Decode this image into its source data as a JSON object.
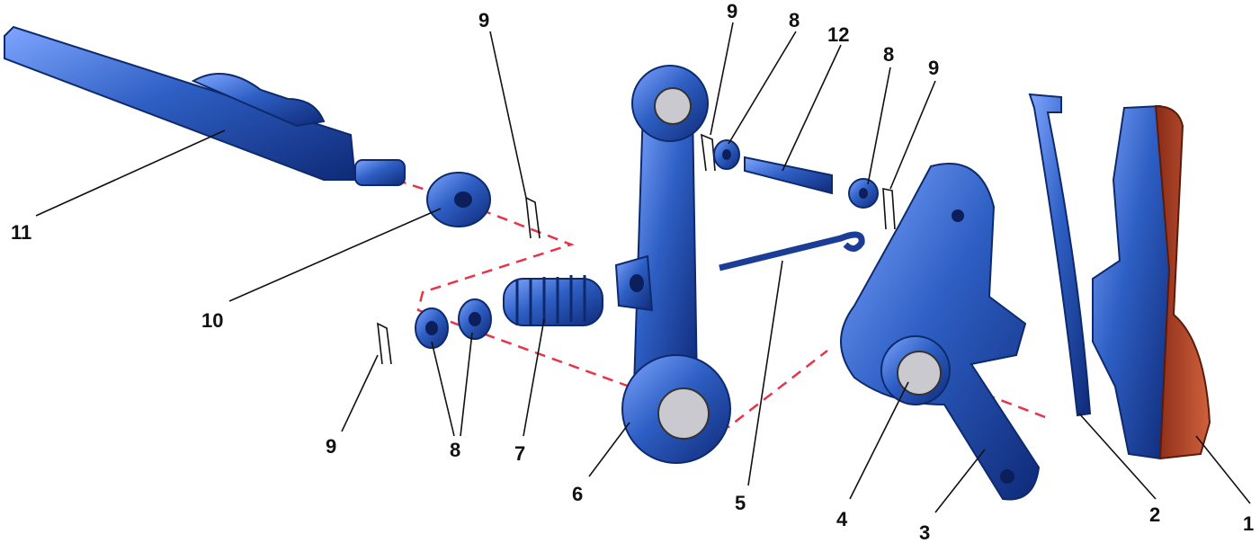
{
  "diagram": {
    "labels": [
      "1",
      "2",
      "3",
      "4",
      "5",
      "6",
      "7",
      "8",
      "8",
      "8",
      "9",
      "9",
      "9",
      "9",
      "10",
      "11",
      "12"
    ],
    "colors": {
      "part": "#2e5fc4",
      "lining": "#b5482c",
      "axis_line": "#e8344a"
    }
  }
}
